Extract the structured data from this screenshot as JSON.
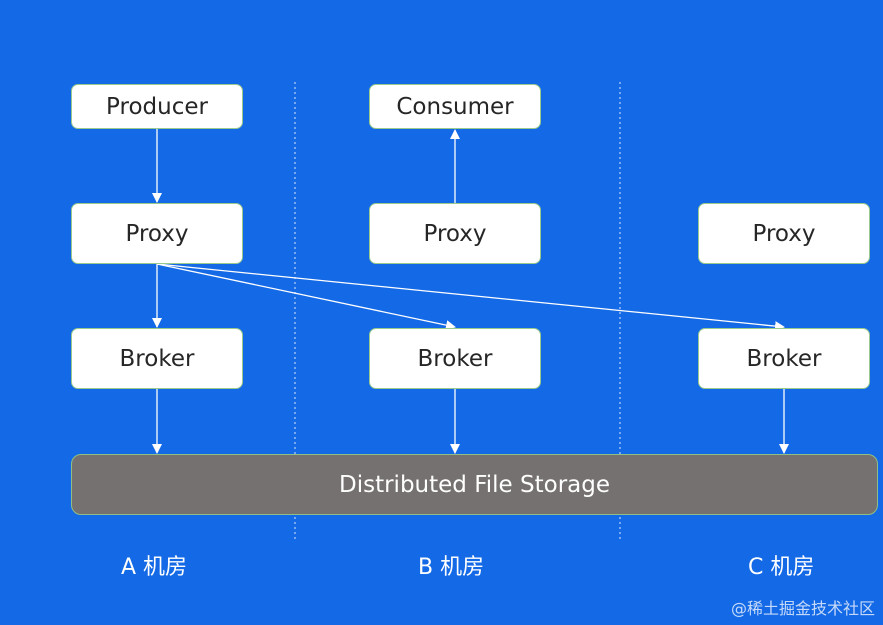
{
  "nodes": {
    "producer": "Producer",
    "consumer": "Consumer",
    "proxy_a": "Proxy",
    "proxy_b": "Proxy",
    "proxy_c": "Proxy",
    "broker_a": "Broker",
    "broker_b": "Broker",
    "broker_c": "Broker"
  },
  "storage": {
    "label": "Distributed File Storage"
  },
  "rooms": {
    "a": "A 机房",
    "b": "B 机房",
    "c": "C 机房"
  },
  "watermark": "@稀土掘金技术社区",
  "colors": {
    "background": "#1469e6",
    "node_fill": "#ffffff",
    "node_border": "#9ac98c",
    "storage_fill": "#757170",
    "arrow": "#ffffff"
  }
}
